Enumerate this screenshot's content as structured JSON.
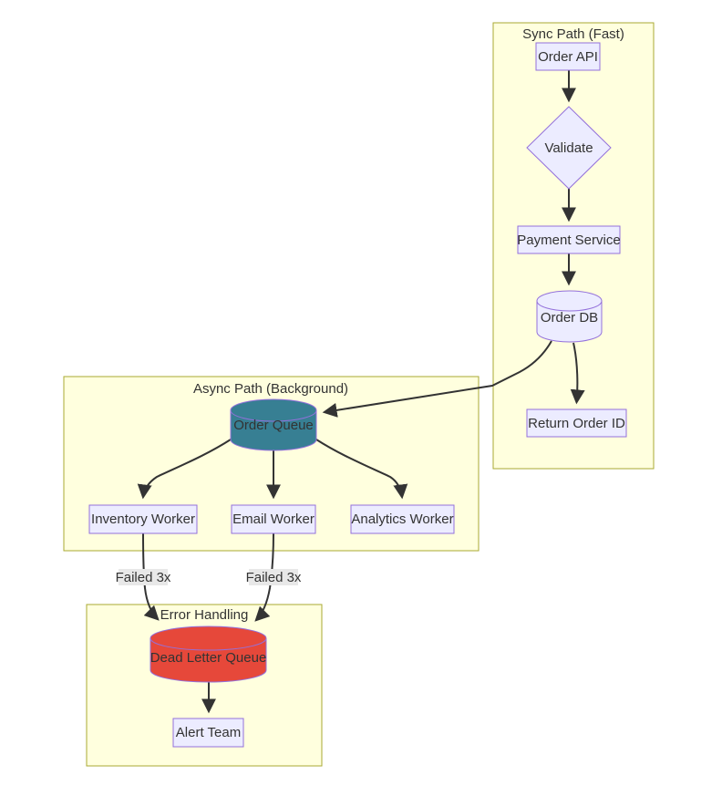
{
  "diagram": {
    "type": "flowchart",
    "background": "#ffffff"
  },
  "colors": {
    "node_fill": "#ECECFF",
    "node_border": "#9370DB",
    "subgraph_fill": "#ffffde",
    "subgraph_border": "#aaaa33",
    "order_queue_fill": "#377f93",
    "dead_letter_queue_fill": "#e6483a",
    "edge_stroke": "#333333",
    "edge_label_bg": "#e8e8e8",
    "text": "#333333"
  },
  "subgraphs": [
    {
      "id": "sync",
      "label": "Sync Path (Fast)"
    },
    {
      "id": "async",
      "label": "Async Path (Background)"
    },
    {
      "id": "error",
      "label": "Error Handling"
    }
  ],
  "nodes": [
    {
      "id": "order-api",
      "label": "Order API",
      "shape": "rect",
      "subgraph": "sync"
    },
    {
      "id": "validate",
      "label": "Validate",
      "shape": "diamond",
      "subgraph": "sync"
    },
    {
      "id": "payment-service",
      "label": "Payment Service",
      "shape": "rect",
      "subgraph": "sync"
    },
    {
      "id": "order-db",
      "label": "Order DB",
      "shape": "cylinder",
      "subgraph": "sync"
    },
    {
      "id": "return-order-id",
      "label": "Return Order ID",
      "shape": "rect",
      "subgraph": "sync"
    },
    {
      "id": "order-queue",
      "label": "Order Queue",
      "shape": "cylinder",
      "subgraph": "async"
    },
    {
      "id": "inventory-worker",
      "label": "Inventory Worker",
      "shape": "rect",
      "subgraph": "async"
    },
    {
      "id": "email-worker",
      "label": "Email Worker",
      "shape": "rect",
      "subgraph": "async"
    },
    {
      "id": "analytics-worker",
      "label": "Analytics Worker",
      "shape": "rect",
      "subgraph": "async"
    },
    {
      "id": "dead-letter-queue",
      "label": "Dead Letter Queue",
      "shape": "cylinder",
      "subgraph": "error"
    },
    {
      "id": "alert-team",
      "label": "Alert Team",
      "shape": "rect",
      "subgraph": "error"
    }
  ],
  "edges": [
    {
      "from": "order-api",
      "to": "validate",
      "label": ""
    },
    {
      "from": "validate",
      "to": "payment-service",
      "label": ""
    },
    {
      "from": "payment-service",
      "to": "order-db",
      "label": ""
    },
    {
      "from": "order-db",
      "to": "return-order-id",
      "label": ""
    },
    {
      "from": "order-db",
      "to": "order-queue",
      "label": ""
    },
    {
      "from": "order-queue",
      "to": "inventory-worker",
      "label": ""
    },
    {
      "from": "order-queue",
      "to": "email-worker",
      "label": ""
    },
    {
      "from": "order-queue",
      "to": "analytics-worker",
      "label": ""
    },
    {
      "from": "inventory-worker",
      "to": "dead-letter-queue",
      "label": "Failed 3x"
    },
    {
      "from": "email-worker",
      "to": "dead-letter-queue",
      "label": "Failed 3x"
    },
    {
      "from": "dead-letter-queue",
      "to": "alert-team",
      "label": ""
    }
  ]
}
